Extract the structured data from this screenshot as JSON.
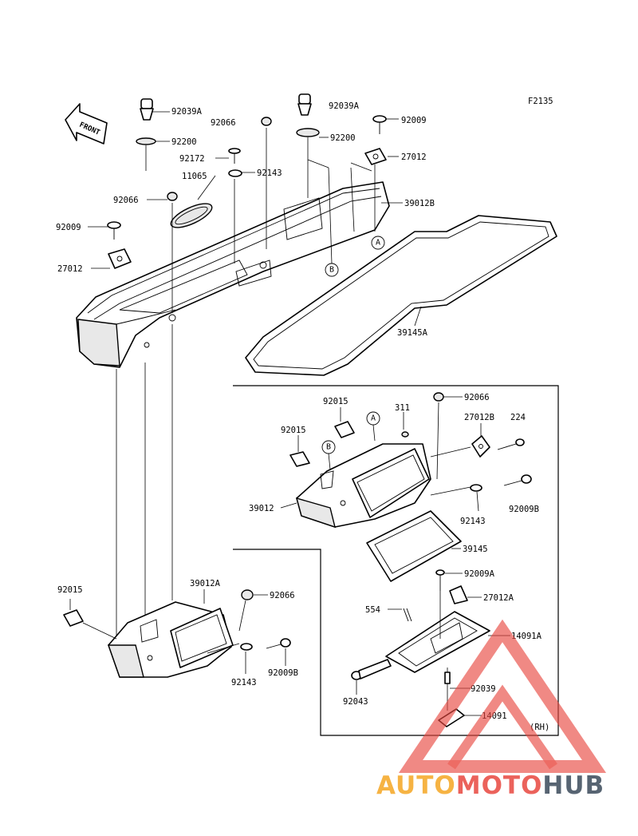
{
  "figure_code": "F2135",
  "front_label": "FRONT",
  "side_note": "(RH)",
  "callouts": [
    {
      "id": "92039A-1",
      "text": "92039A"
    },
    {
      "id": "92066-1",
      "text": "92066"
    },
    {
      "id": "92200-1",
      "text": "92200"
    },
    {
      "id": "92172",
      "text": "92172"
    },
    {
      "id": "11065",
      "text": "11065"
    },
    {
      "id": "92143-1",
      "text": "92143"
    },
    {
      "id": "92066-2",
      "text": "92066"
    },
    {
      "id": "92009-1",
      "text": "92009"
    },
    {
      "id": "27012-1",
      "text": "27012"
    },
    {
      "id": "92039A-2",
      "text": "92039A"
    },
    {
      "id": "92009-2",
      "text": "92009"
    },
    {
      "id": "92200-2",
      "text": "92200"
    },
    {
      "id": "27012-2",
      "text": "27012"
    },
    {
      "id": "39012B",
      "text": "39012B"
    },
    {
      "id": "39145A",
      "text": "39145A"
    },
    {
      "id": "92015-1",
      "text": "92015"
    },
    {
      "id": "311",
      "text": "311"
    },
    {
      "id": "92066-3",
      "text": "92066"
    },
    {
      "id": "27012B",
      "text": "27012B"
    },
    {
      "id": "224",
      "text": "224"
    },
    {
      "id": "92015-2",
      "text": "92015"
    },
    {
      "id": "39012",
      "text": "39012"
    },
    {
      "id": "92143-2",
      "text": "92143"
    },
    {
      "id": "92009B-1",
      "text": "92009B"
    },
    {
      "id": "39145",
      "text": "39145"
    },
    {
      "id": "92009A",
      "text": "92009A"
    },
    {
      "id": "27012A",
      "text": "27012A"
    },
    {
      "id": "554",
      "text": "554"
    },
    {
      "id": "14091A",
      "text": "14091A"
    },
    {
      "id": "92039",
      "text": "92039"
    },
    {
      "id": "92043",
      "text": "92043"
    },
    {
      "id": "14091",
      "text": "14091"
    },
    {
      "id": "92015-3",
      "text": "92015"
    },
    {
      "id": "39012A",
      "text": "39012A"
    },
    {
      "id": "92066-4",
      "text": "92066"
    },
    {
      "id": "92143-3",
      "text": "92143"
    },
    {
      "id": "92009B-2",
      "text": "92009B"
    }
  ],
  "reference_markers": {
    "A_main": "A",
    "B_main": "B",
    "A_inset": "A",
    "B_inset": "B"
  },
  "watermark": {
    "word_part1": "AUTO",
    "word_part2": "MOTO",
    "word_part3": "HUB",
    "color_part1": "#f5a623",
    "color_part2": "#e8473f",
    "color_part3": "#3a4a5a",
    "triangle_color": "#e8473f"
  }
}
